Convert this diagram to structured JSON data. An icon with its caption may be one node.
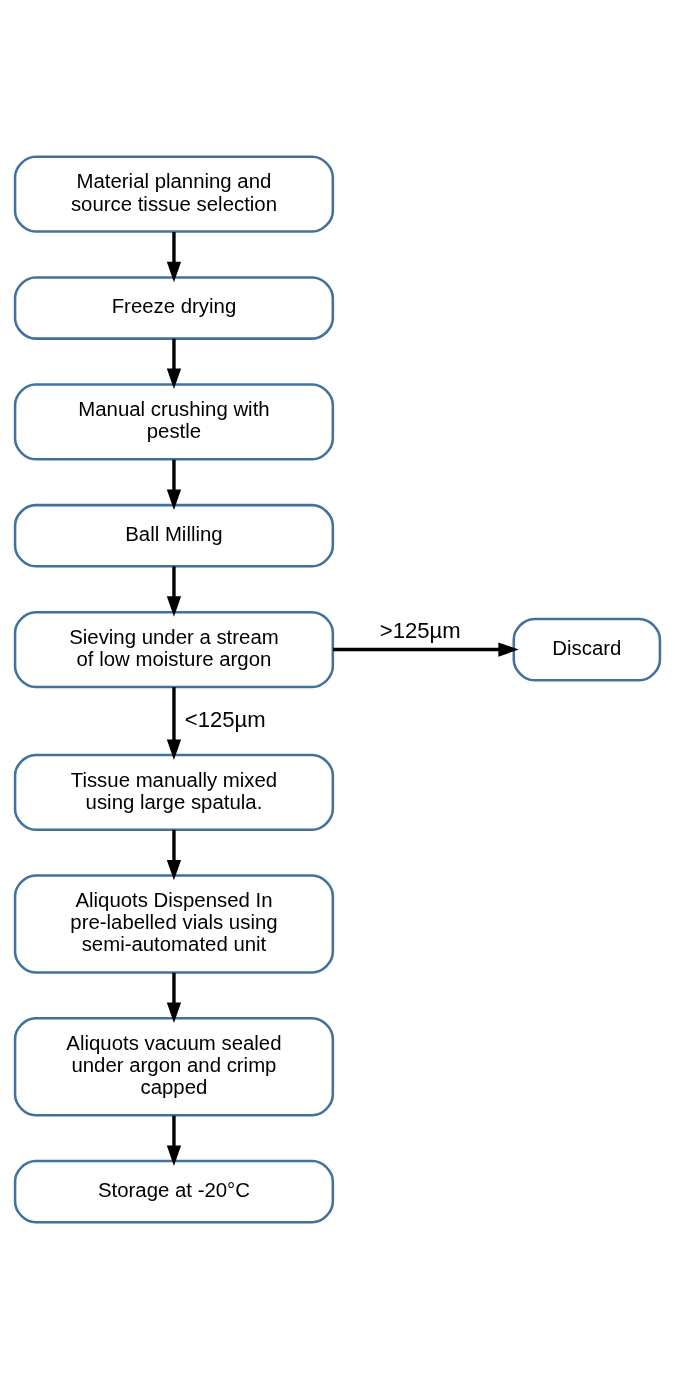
{
  "diagram": {
    "nodes": [
      {
        "text": [
          "Material planning and source tissue selection"
        ]
      },
      {
        "text": [
          "Freeze drying"
        ]
      },
      {
        "text": [
          "Manual crushing with pestle"
        ]
      },
      {
        "text": [
          "Ball Milling"
        ]
      },
      {
        "text": [
          "Sieving under a stream of low moisture argon"
        ]
      },
      {
        "text": [
          "Tissue manually mixed using large spatula."
        ]
      },
      {
        "text": [
          "Aliquots Dispensed In pre-labelled vials using semi-automated unit"
        ]
      },
      {
        "text": [
          "Aliquots vacuum sealed under argon and crimp capped"
        ]
      },
      {
        "text": [
          "Storage at -20°C"
        ]
      },
      {
        "text": [
          "Discard"
        ]
      }
    ],
    "edges": [
      {
        "from": 0,
        "to": 1,
        "arrow": "to"
      },
      {
        "from": 1,
        "to": 2,
        "arrow": "to"
      },
      {
        "from": 2,
        "to": 3,
        "arrow": "to"
      },
      {
        "from": 3,
        "to": 4,
        "arrow": "to"
      },
      {
        "from": 4,
        "to": 9,
        "arrow": "to",
        "label": ">125µm"
      },
      {
        "from": 4,
        "to": 5,
        "arrow": "to",
        "label": "<125µm"
      },
      {
        "from": 5,
        "to": 6,
        "arrow": "to"
      },
      {
        "from": 6,
        "to": 7,
        "arrow": "to"
      },
      {
        "from": 7,
        "to": 8,
        "arrow": "to"
      }
    ]
  }
}
